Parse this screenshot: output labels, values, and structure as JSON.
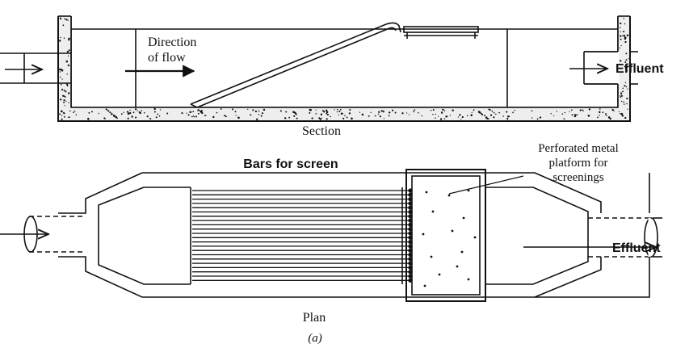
{
  "labels": {
    "direction_line1": "Direction",
    "direction_line2": "of flow",
    "effluent_top": "Effluent",
    "section": "Section",
    "bars_for_screen": "Bars for screen",
    "perforated_line1": "Perforated metal",
    "perforated_line2": "platform for",
    "perforated_line3": "screenings",
    "effluent_bottom": "Effluent",
    "plan": "Plan",
    "figure_tag": "(a)"
  },
  "colors": {
    "ink": "#111111",
    "paper": "#ffffff"
  }
}
